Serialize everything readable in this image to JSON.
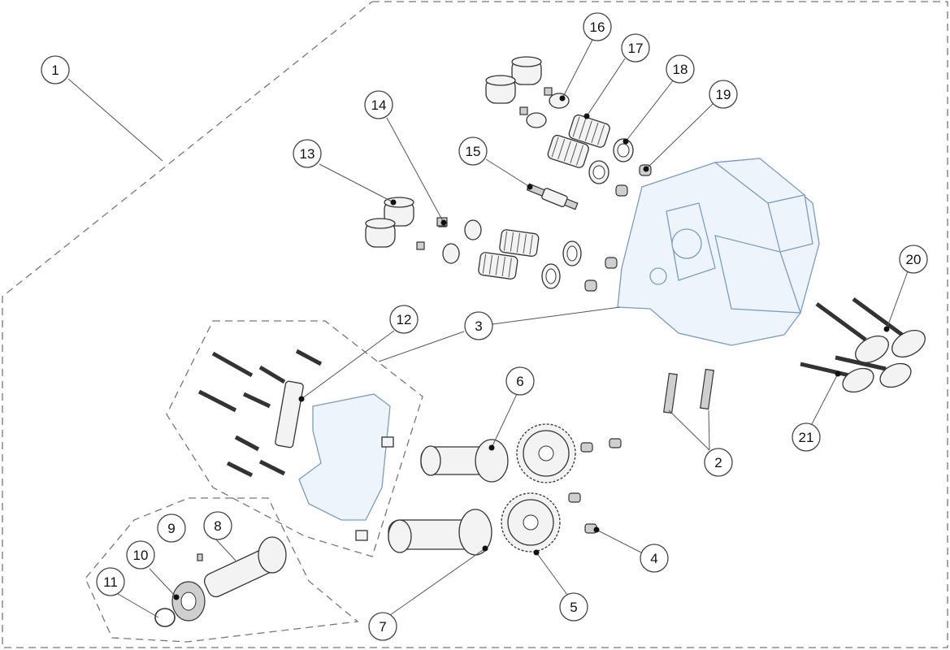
{
  "diagram": {
    "callouts": [
      {
        "label": "1"
      },
      {
        "label": "2"
      },
      {
        "label": "3"
      },
      {
        "label": "4"
      },
      {
        "label": "5"
      },
      {
        "label": "6"
      },
      {
        "label": "7"
      },
      {
        "label": "8"
      },
      {
        "label": "9"
      },
      {
        "label": "10"
      },
      {
        "label": "11"
      },
      {
        "label": "12"
      },
      {
        "label": "13"
      },
      {
        "label": "14"
      },
      {
        "label": "15"
      },
      {
        "label": "16"
      },
      {
        "label": "17"
      },
      {
        "label": "18"
      },
      {
        "label": "19"
      },
      {
        "label": "20"
      },
      {
        "label": "21"
      }
    ],
    "colors": {
      "line": "#555555",
      "dashed_border": "#777777",
      "part_fill": "#f3f3f3",
      "head_outline": "#7a9cc4"
    }
  }
}
